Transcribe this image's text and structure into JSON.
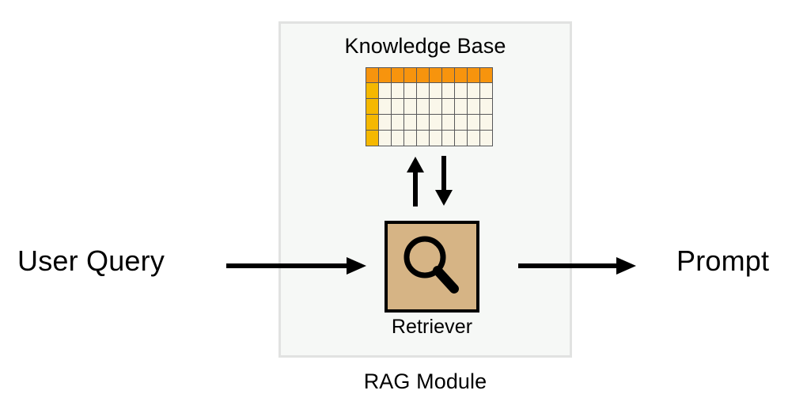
{
  "diagram": {
    "title": "RAG Module",
    "background": "#ffffff"
  },
  "module": {
    "label": "RAG Module",
    "fill": "#f6f8f6",
    "border": "#e1e2e1"
  },
  "knowledge_base": {
    "title": "Knowledge Base",
    "table": {
      "columns": 10,
      "rows": 5,
      "header_row_fill": "#f7940d",
      "first_column_fill": "#f5b800",
      "cell_fill": "#faf7ea",
      "grid_line": "#58585a"
    }
  },
  "retriever": {
    "label": "Retriever",
    "icon": "magnifier-icon",
    "fill": "#d6b485",
    "border": "#000000"
  },
  "flow": {
    "input_label": "User Query",
    "output_label": "Prompt",
    "arrows": [
      {
        "name": "user-query-to-retriever",
        "direction": "right"
      },
      {
        "name": "retriever-to-prompt",
        "direction": "right"
      },
      {
        "name": "retriever-to-knowledge-base",
        "direction": "up"
      },
      {
        "name": "knowledge-base-to-retriever",
        "direction": "down"
      }
    ],
    "arrow_color": "#000000"
  }
}
